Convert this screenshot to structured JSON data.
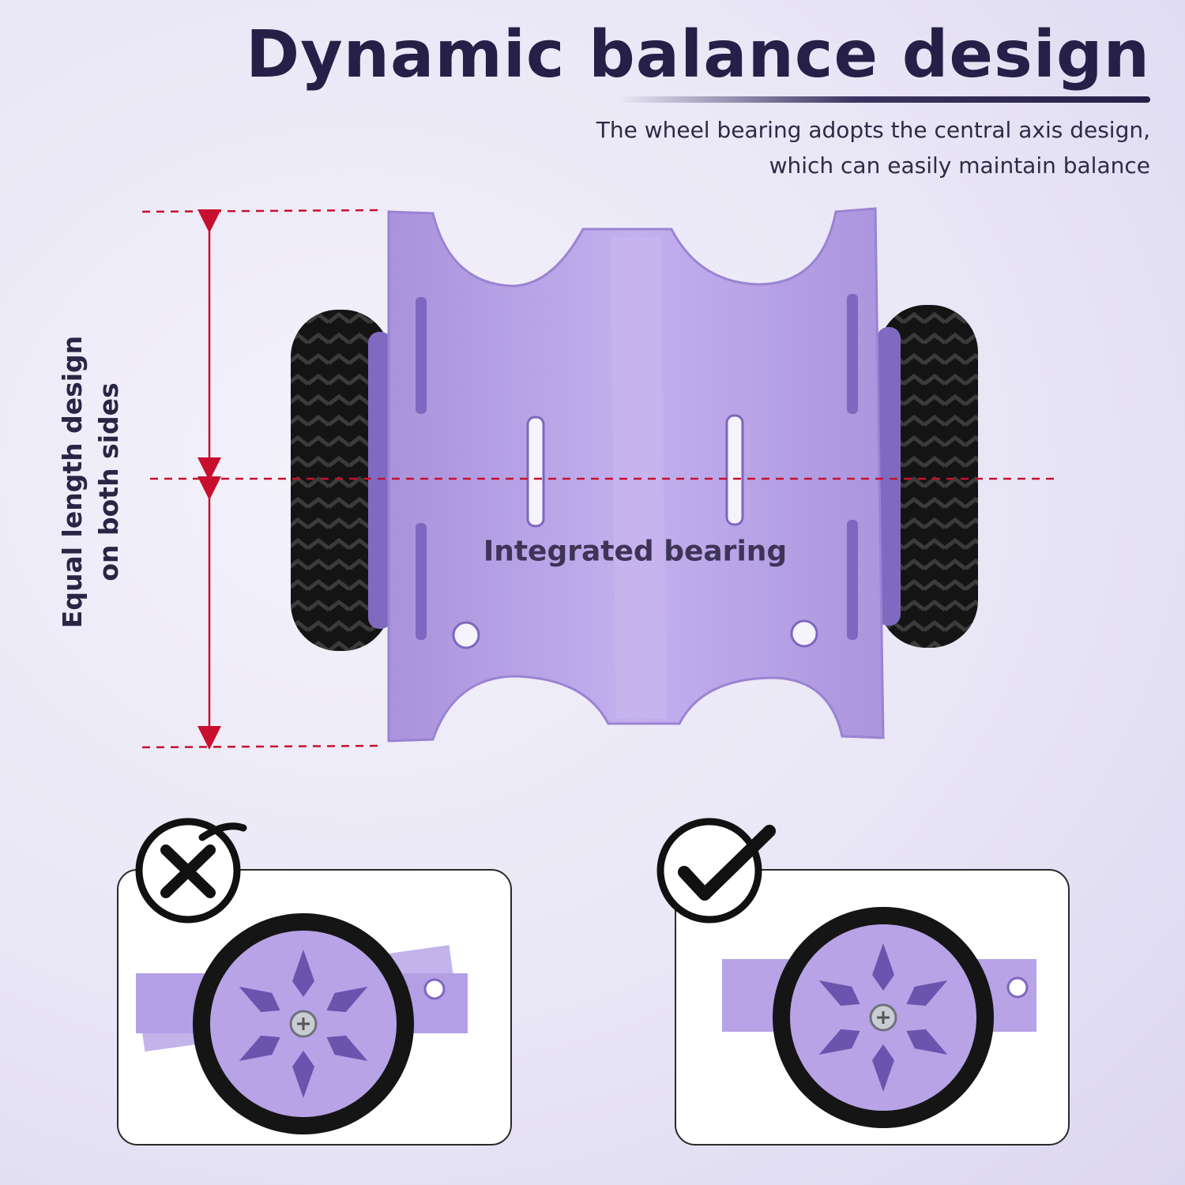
{
  "header": {
    "title": "Dynamic balance design",
    "subtitle_lines": [
      "The wheel bearing adopts the central axis design,",
      "which can easily maintain balance"
    ]
  },
  "side_annotation": {
    "lines": [
      "Equal length design",
      "on both sides"
    ]
  },
  "center_annotation": {
    "label": "Integrated bearing"
  },
  "colors": {
    "chassis": "#b8a3e6",
    "tire": "#171717",
    "guide_line": "#c8102e",
    "title": "#262048"
  },
  "comparison": {
    "incorrect_icon": "cross-circle-icon",
    "correct_icon": "check-circle-icon"
  }
}
